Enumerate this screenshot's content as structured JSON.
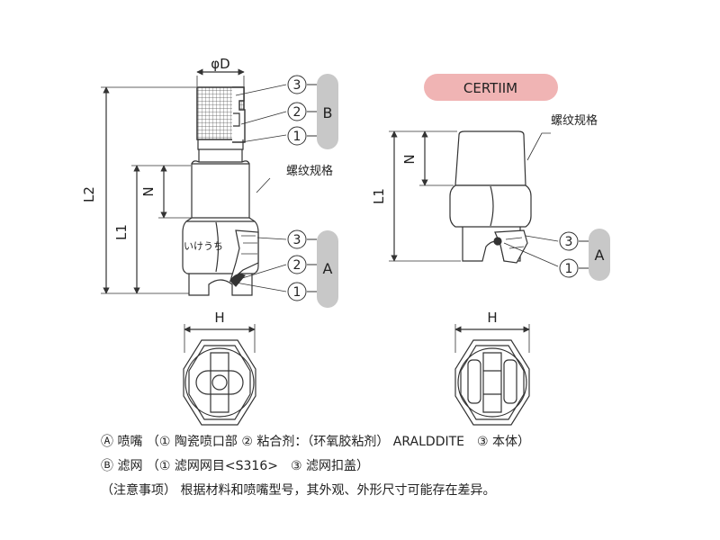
{
  "left_view": {
    "dia_label": "φD",
    "thread_label": "螺纹规格",
    "dim_l2": "L2",
    "dim_l1": "L1",
    "dim_n": "N",
    "body_mark": "いけうち",
    "callouts_b": [
      "3",
      "2",
      "1"
    ],
    "group_b": "B",
    "callouts_a": [
      "3",
      "2",
      "1"
    ],
    "group_a": "A",
    "hex_label": "H"
  },
  "right_view": {
    "badge": "CERTIIM",
    "thread_label": "螺纹规格",
    "dim_n": "N",
    "dim_l1": "L1",
    "callouts_a": [
      "3",
      "1"
    ],
    "group_a": "A",
    "hex_label": "H"
  },
  "notes": {
    "line1": "Ⓐ 喷嘴 （① 陶瓷喷口部 ② 粘合剂：（环氧胶粘剂） ARALDDITE　③ 本体）",
    "line2": "Ⓑ 滤网 （① 滤网网目<S316>　③ 滤网扣盖）",
    "line3": "（注意事项） 根据材料和喷嘴型号，其外观、外形尺寸可能存在差异。"
  },
  "colors": {
    "line": "#333333",
    "group_pill": "#c8c8c8",
    "badge": "#f0b4b4"
  }
}
